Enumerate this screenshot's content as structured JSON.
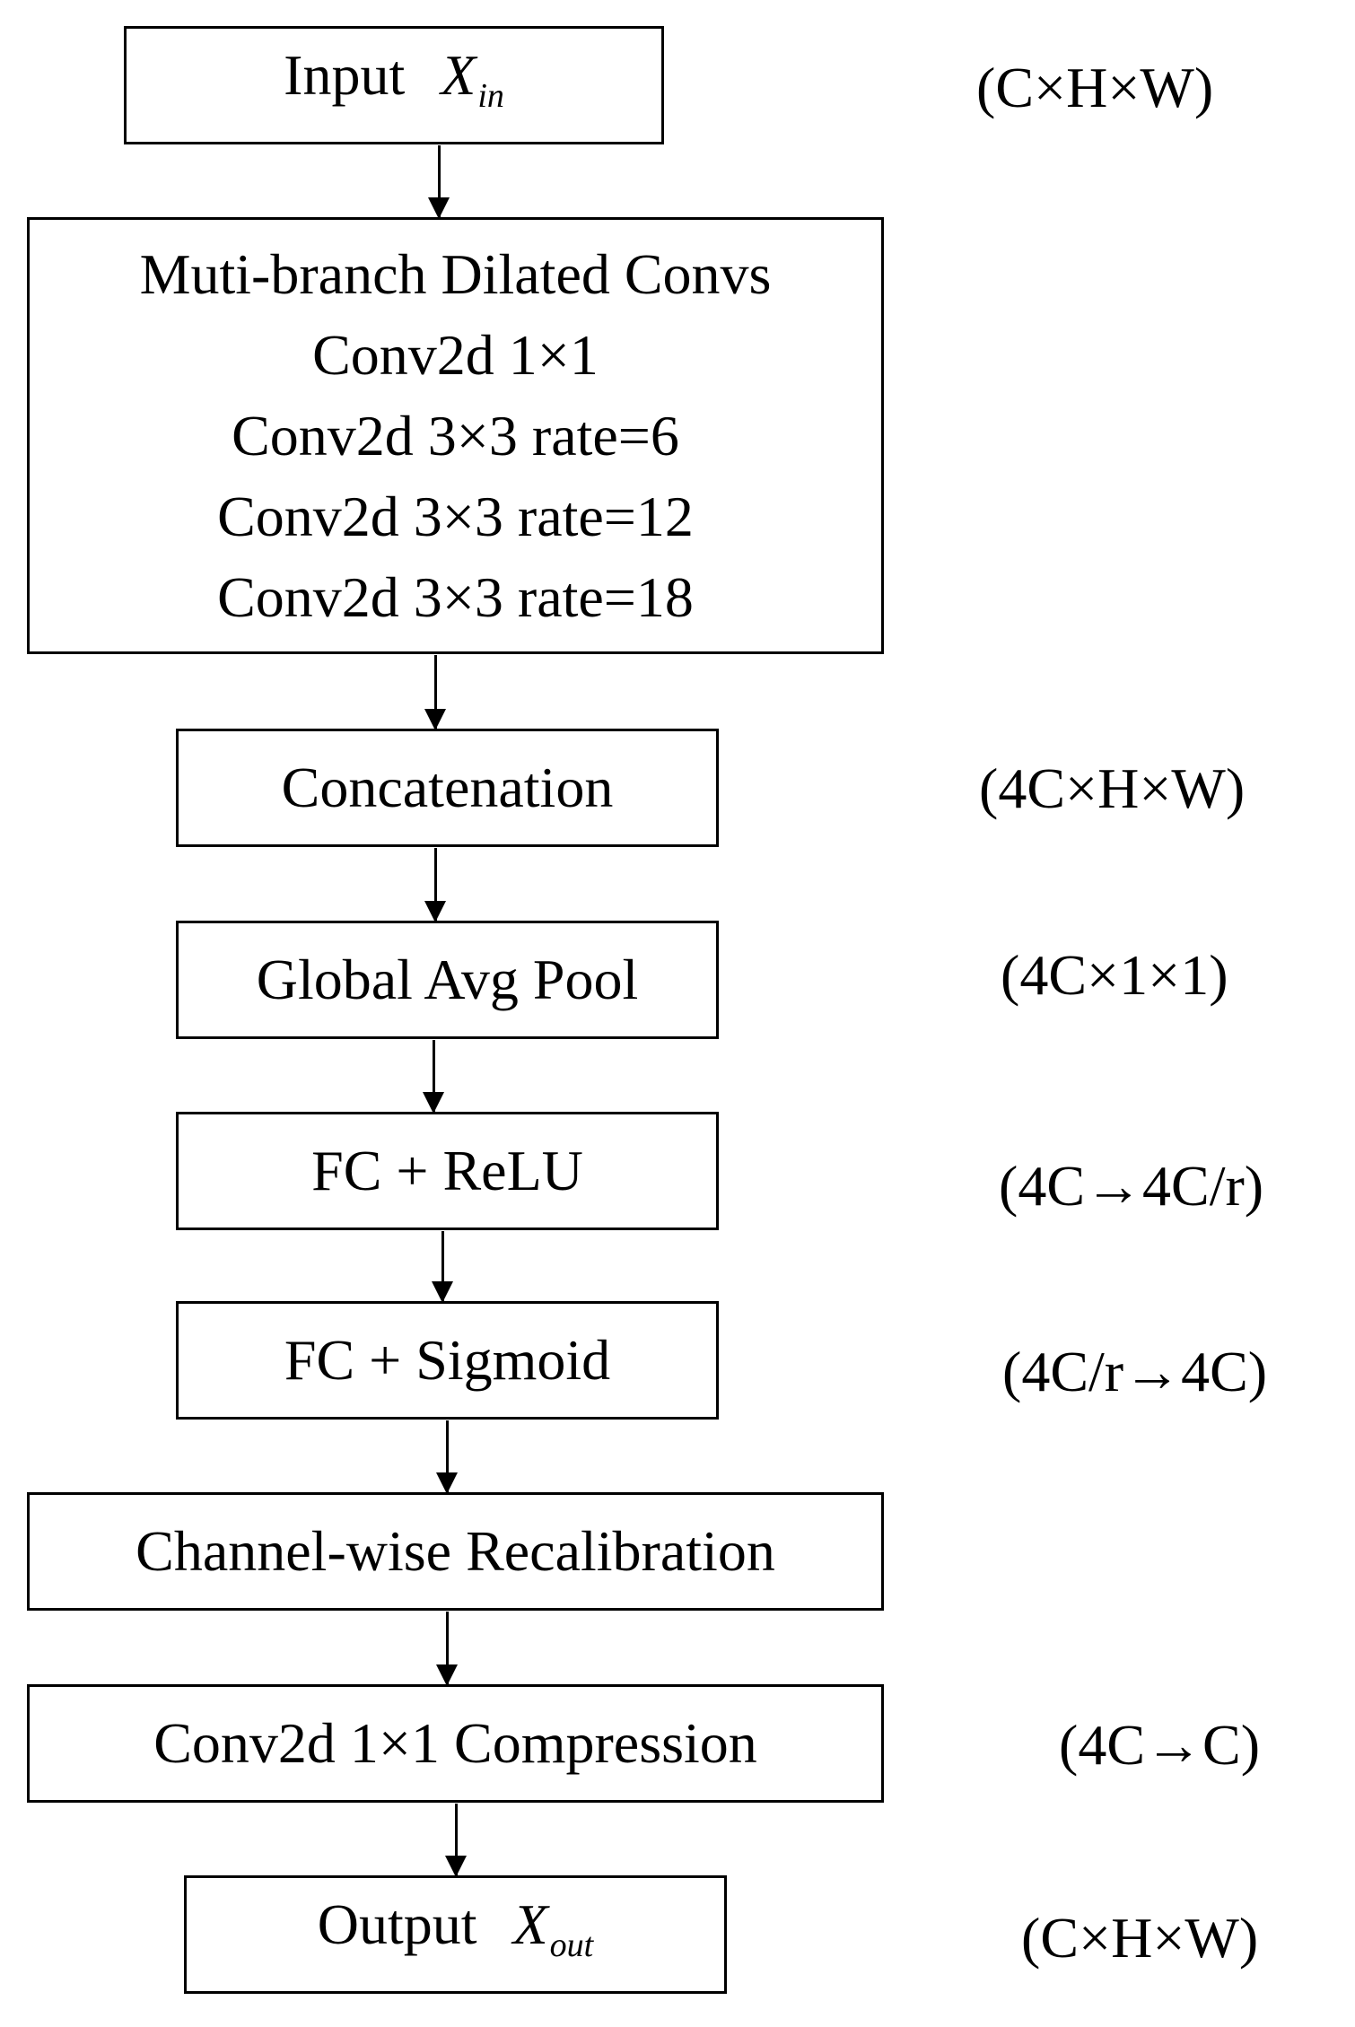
{
  "nodes": {
    "input": {
      "label": "Input",
      "var": "X",
      "sub": "in"
    },
    "dilated": {
      "lines": [
        "Muti-branch Dilated Convs",
        "Conv2d 1×1",
        "Conv2d 3×3 rate=6",
        "Conv2d 3×3 rate=12",
        "Conv2d 3×3 rate=18"
      ]
    },
    "concat": {
      "label": "Concatenation"
    },
    "gap": {
      "label": "Global Avg Pool"
    },
    "fc_relu": {
      "label": "FC + ReLU"
    },
    "fc_sigmoid": {
      "label": "FC + Sigmoid"
    },
    "recal": {
      "label": "Channel-wise Recalibration"
    },
    "compress": {
      "label": "Conv2d 1×1 Compression"
    },
    "output": {
      "label": "Output",
      "var": "X",
      "sub": "out"
    }
  },
  "dims": {
    "input": "(C×H×W)",
    "concat": "(4C×H×W)",
    "gap": "(4C×1×1)",
    "fc_relu": "(4C→4C/r)",
    "fc_sigmoid": "(4C/r→4C)",
    "compress": "(4C→C)",
    "output": "(C×H×W)"
  }
}
